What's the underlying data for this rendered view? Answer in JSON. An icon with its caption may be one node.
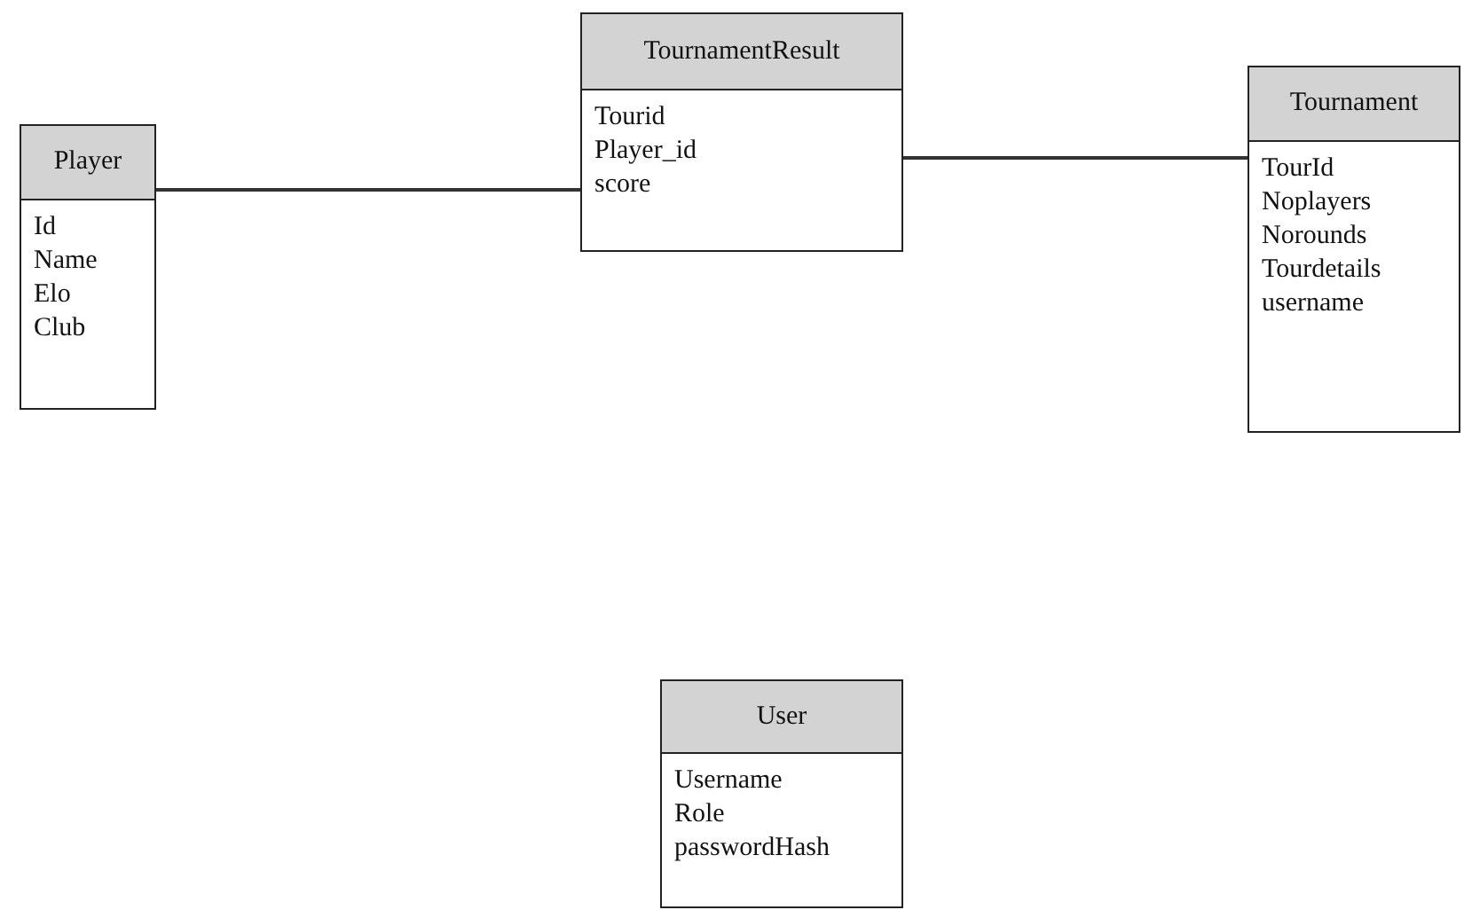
{
  "diagram": {
    "nodes": [
      {
        "text": [
          "Player",
          "Id",
          "Name",
          "Elo",
          "Club"
        ]
      },
      {
        "text": [
          "TournamentResult",
          "Tourid",
          "Player_id",
          "score"
        ]
      },
      {
        "text": [
          "Tournament",
          "TourId",
          "Noplayers",
          "Norounds",
          "Tourdetails",
          "username"
        ]
      },
      {
        "text": [
          "User",
          "Username",
          "Role",
          "passwordHash"
        ]
      }
    ],
    "edges": [
      {
        "from": 0,
        "to": 1,
        "arrow": "none"
      },
      {
        "from": 1,
        "to": 2,
        "arrow": "none"
      }
    ]
  }
}
